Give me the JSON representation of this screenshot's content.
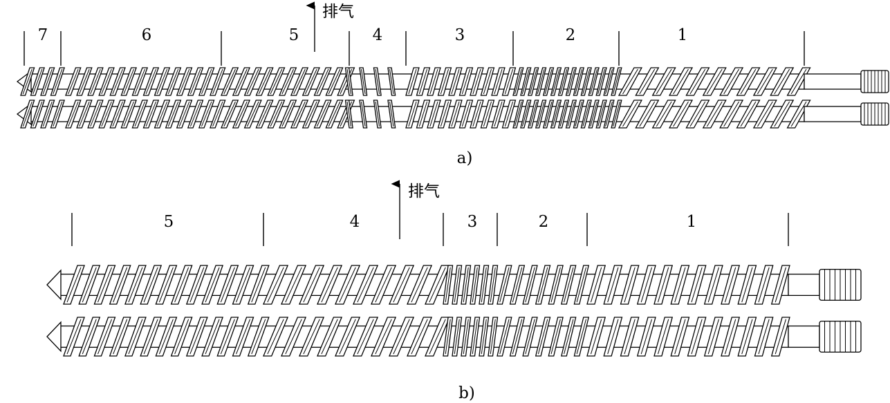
{
  "figure_a": {
    "caption": "a)",
    "vent_label": "排气",
    "sections": [
      "7",
      "6",
      "5",
      "4",
      "3",
      "2",
      "1"
    ]
  },
  "figure_b": {
    "caption": "b)",
    "vent_label": "排气",
    "sections": [
      "5",
      "4",
      "3",
      "2",
      "1"
    ]
  },
  "colors": {
    "line": "#000000",
    "background": "#ffffff"
  }
}
